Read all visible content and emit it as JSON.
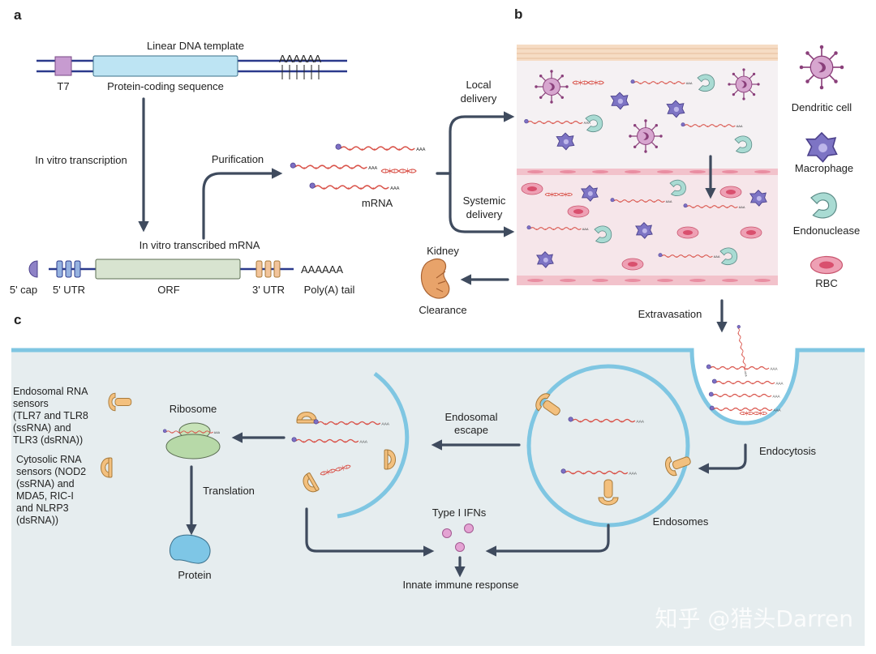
{
  "panels": {
    "a": "a",
    "b": "b",
    "c": "c"
  },
  "colors": {
    "dna_line": "#2b3a8c",
    "mrna_strand": "#d9534a",
    "arrow": "#3f4b5e",
    "cytosol_bg": "#e6edef",
    "membrane": "#7fc6e2",
    "tissue_top": "#f4e6d8",
    "blood_bg": "#f6e6ea",
    "dendritic_cell": "#c87fb8",
    "macrophage": "#7d74c4",
    "endonuclease": "#a9dbd3",
    "rbc": "#e0708a",
    "ribosome": "#b7d9a8",
    "sensor": "#f3c07e",
    "protein": "#7ec6e6",
    "ifn": "#d07ab8"
  },
  "panel_a": {
    "dna_title": "Linear DNA template",
    "t7": "T7",
    "coding": "Protein-coding sequence",
    "polyA_dna": "AAAAAA",
    "ivt": "In vitro transcription",
    "ivt_mrna": "In vitro transcribed mRNA",
    "purification": "Purification",
    "mrna": "mRNA",
    "polyA_mrna": "AAAAAA",
    "cap5": "5' cap",
    "utr5": "5' UTR",
    "orf": "ORF",
    "utr3": "3' UTR",
    "polyA_tail": "Poly(A) tail",
    "aaa": "AAA"
  },
  "panel_b": {
    "local": [
      "Local",
      "delivery"
    ],
    "systemic": [
      "Systemic",
      "delivery"
    ],
    "kidney": "Kidney",
    "clearance": "Clearance",
    "extravasation": "Extravasation",
    "legend": [
      {
        "name": "dendritic",
        "label": "Dendritic cell"
      },
      {
        "name": "macrophage",
        "label": "Macrophage"
      },
      {
        "name": "endonuclease",
        "label": "Endonuclease"
      },
      {
        "name": "rbc",
        "label": "RBC"
      }
    ]
  },
  "panel_c": {
    "endosomal_sensors": [
      "Endosomal RNA",
      "sensors",
      "(TLR7 and TLR8",
      "(ssRNA) and",
      "TLR3 (dsRNA))"
    ],
    "cytosolic_sensors": [
      "Cytosolic RNA",
      "sensors (NOD2",
      "(ssRNA) and",
      "MDA5, RIC-I",
      "and NLRP3",
      "(dsRNA))"
    ],
    "ribosome": "Ribosome",
    "translation": "Translation",
    "protein": "Protein",
    "escape": [
      "Endosomal",
      "escape"
    ],
    "ifn": "Type I IFNs",
    "innate": "Innate immune response",
    "endosomes": "Endosomes",
    "endocytosis": "Endocytosis"
  },
  "watermark": "知乎 @猎头Darren"
}
